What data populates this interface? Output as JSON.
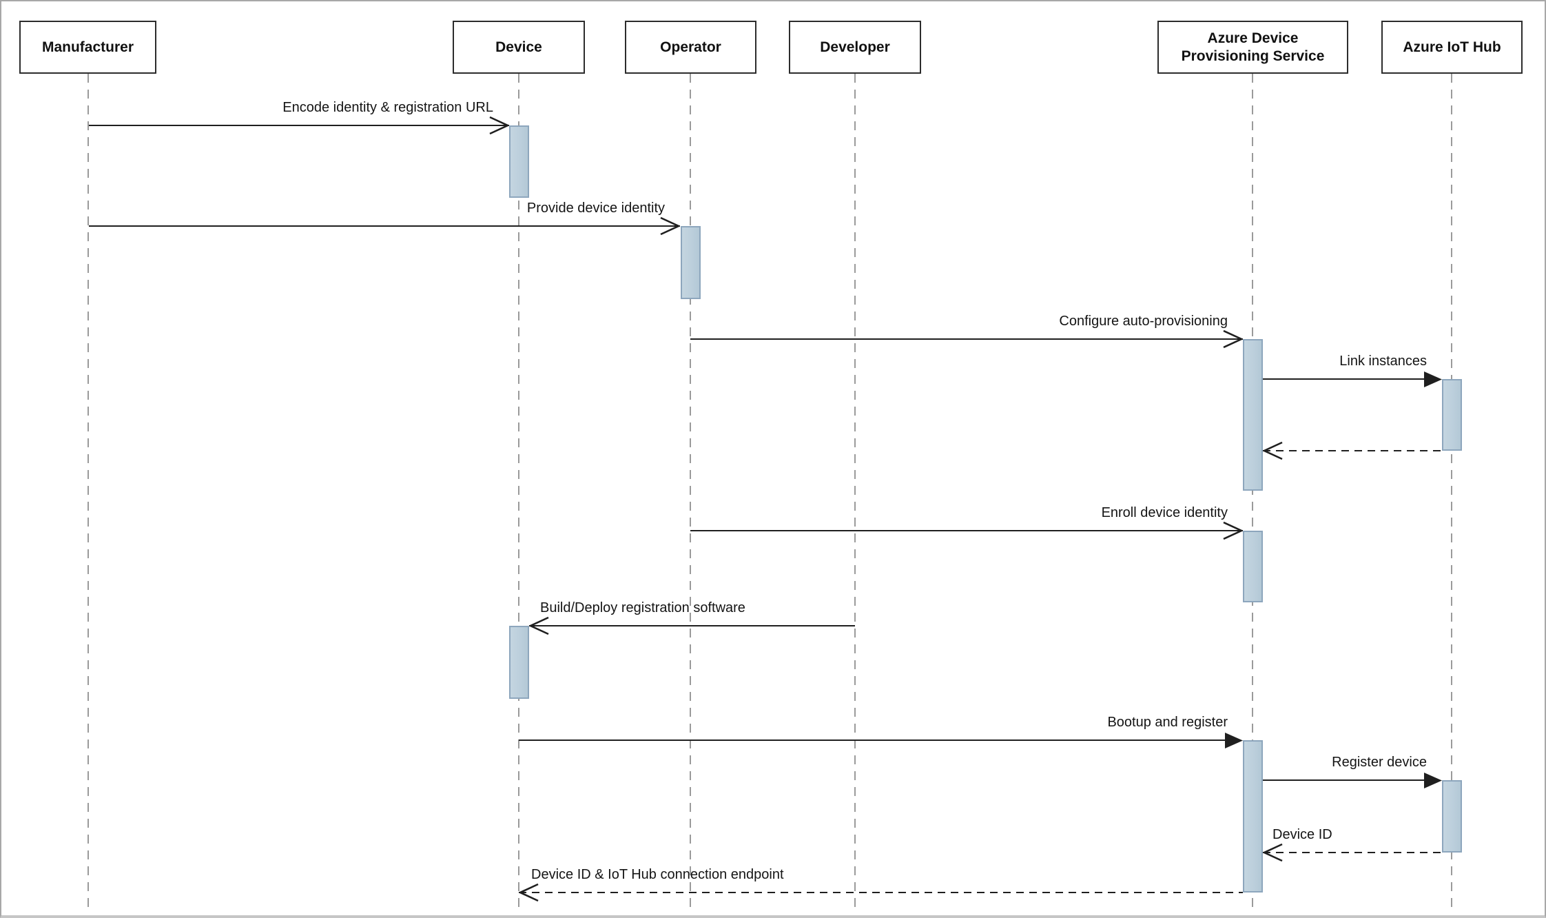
{
  "diagram_type": "uml-sequence",
  "participants": [
    {
      "id": "manufacturer",
      "name": "Manufacturer"
    },
    {
      "id": "device",
      "name": "Device"
    },
    {
      "id": "operator",
      "name": "Operator"
    },
    {
      "id": "developer",
      "name": "Developer"
    },
    {
      "id": "dps",
      "name": "Azure Device Provisioning Service"
    },
    {
      "id": "iothub",
      "name": "Azure IoT Hub"
    }
  ],
  "messages": [
    {
      "label": "Encode identity & registration URL",
      "from": "manufacturer",
      "to": "device",
      "line": "solid",
      "head": "open"
    },
    {
      "label": "Provide device identity",
      "from": "manufacturer",
      "to": "operator",
      "line": "solid",
      "head": "open"
    },
    {
      "label": "Configure auto-provisioning",
      "from": "operator",
      "to": "dps",
      "line": "solid",
      "head": "open"
    },
    {
      "label": "Link instances",
      "from": "dps",
      "to": "iothub",
      "line": "solid",
      "head": "filled"
    },
    {
      "label": "",
      "from": "iothub",
      "to": "dps",
      "line": "dashed",
      "head": "open"
    },
    {
      "label": "Enroll device identity",
      "from": "operator",
      "to": "dps",
      "line": "solid",
      "head": "open"
    },
    {
      "label": "Build/Deploy registration software",
      "from": "developer",
      "to": "device",
      "line": "solid",
      "head": "open"
    },
    {
      "label": "Bootup and register",
      "from": "device",
      "to": "dps",
      "line": "solid",
      "head": "filled"
    },
    {
      "label": "Register device",
      "from": "dps",
      "to": "iothub",
      "line": "solid",
      "head": "filled"
    },
    {
      "label": "Device ID",
      "from": "iothub",
      "to": "dps",
      "line": "dashed",
      "head": "open"
    },
    {
      "label": "Device ID & IoT Hub connection endpoint",
      "from": "dps",
      "to": "device",
      "line": "dashed",
      "head": "open"
    }
  ],
  "colors": {
    "background": "#ffffff",
    "box_border": "#2c2c2c",
    "lifeline": "#9a9a9a",
    "message_line": "#1f1f1f",
    "activation_fill": "#bccfdc",
    "activation_border": "#8da6bd"
  }
}
